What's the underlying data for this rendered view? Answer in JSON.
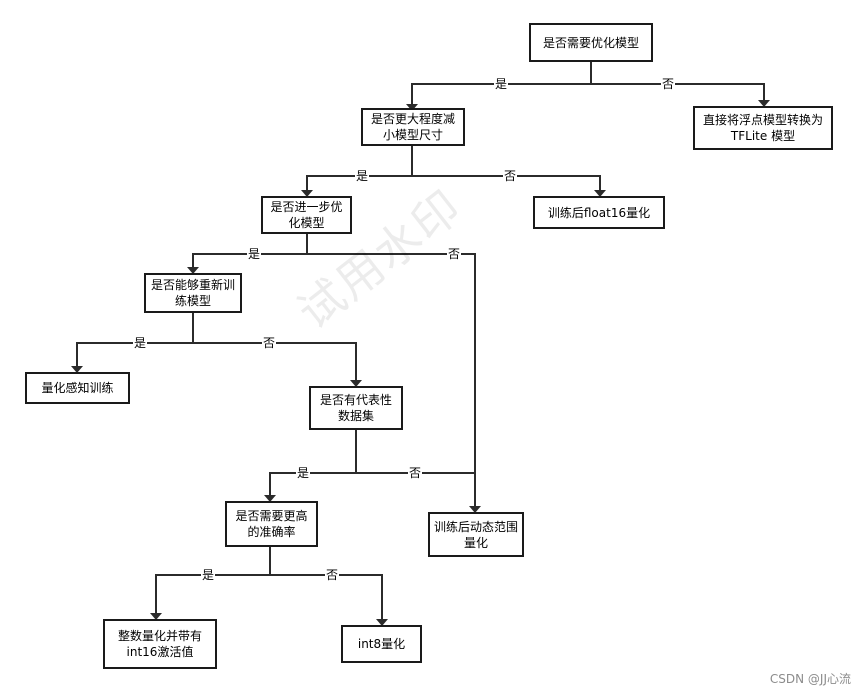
{
  "nodes": {
    "optimize": "是否需要优化模型",
    "reduce_size": "是否更大程度减小模型尺寸",
    "convert": "直接将浮点模型转换为 TFLite 模型",
    "further": "是否进一步优化模型",
    "float16": "训练后float16量化",
    "retrain": "是否能够重新训练模型",
    "qat": "量化感知训练",
    "rep_data": "是否有代表性数据集",
    "higher_acc": "是否需要更高的准确率",
    "dynamic": "训练后动态范围量化",
    "int16": "整数量化并带有int16激活值",
    "int8": "int8量化"
  },
  "labels": {
    "yes": "是",
    "no": "否"
  },
  "watermark": "试用水印",
  "credit": "CSDN @JJ心流"
}
